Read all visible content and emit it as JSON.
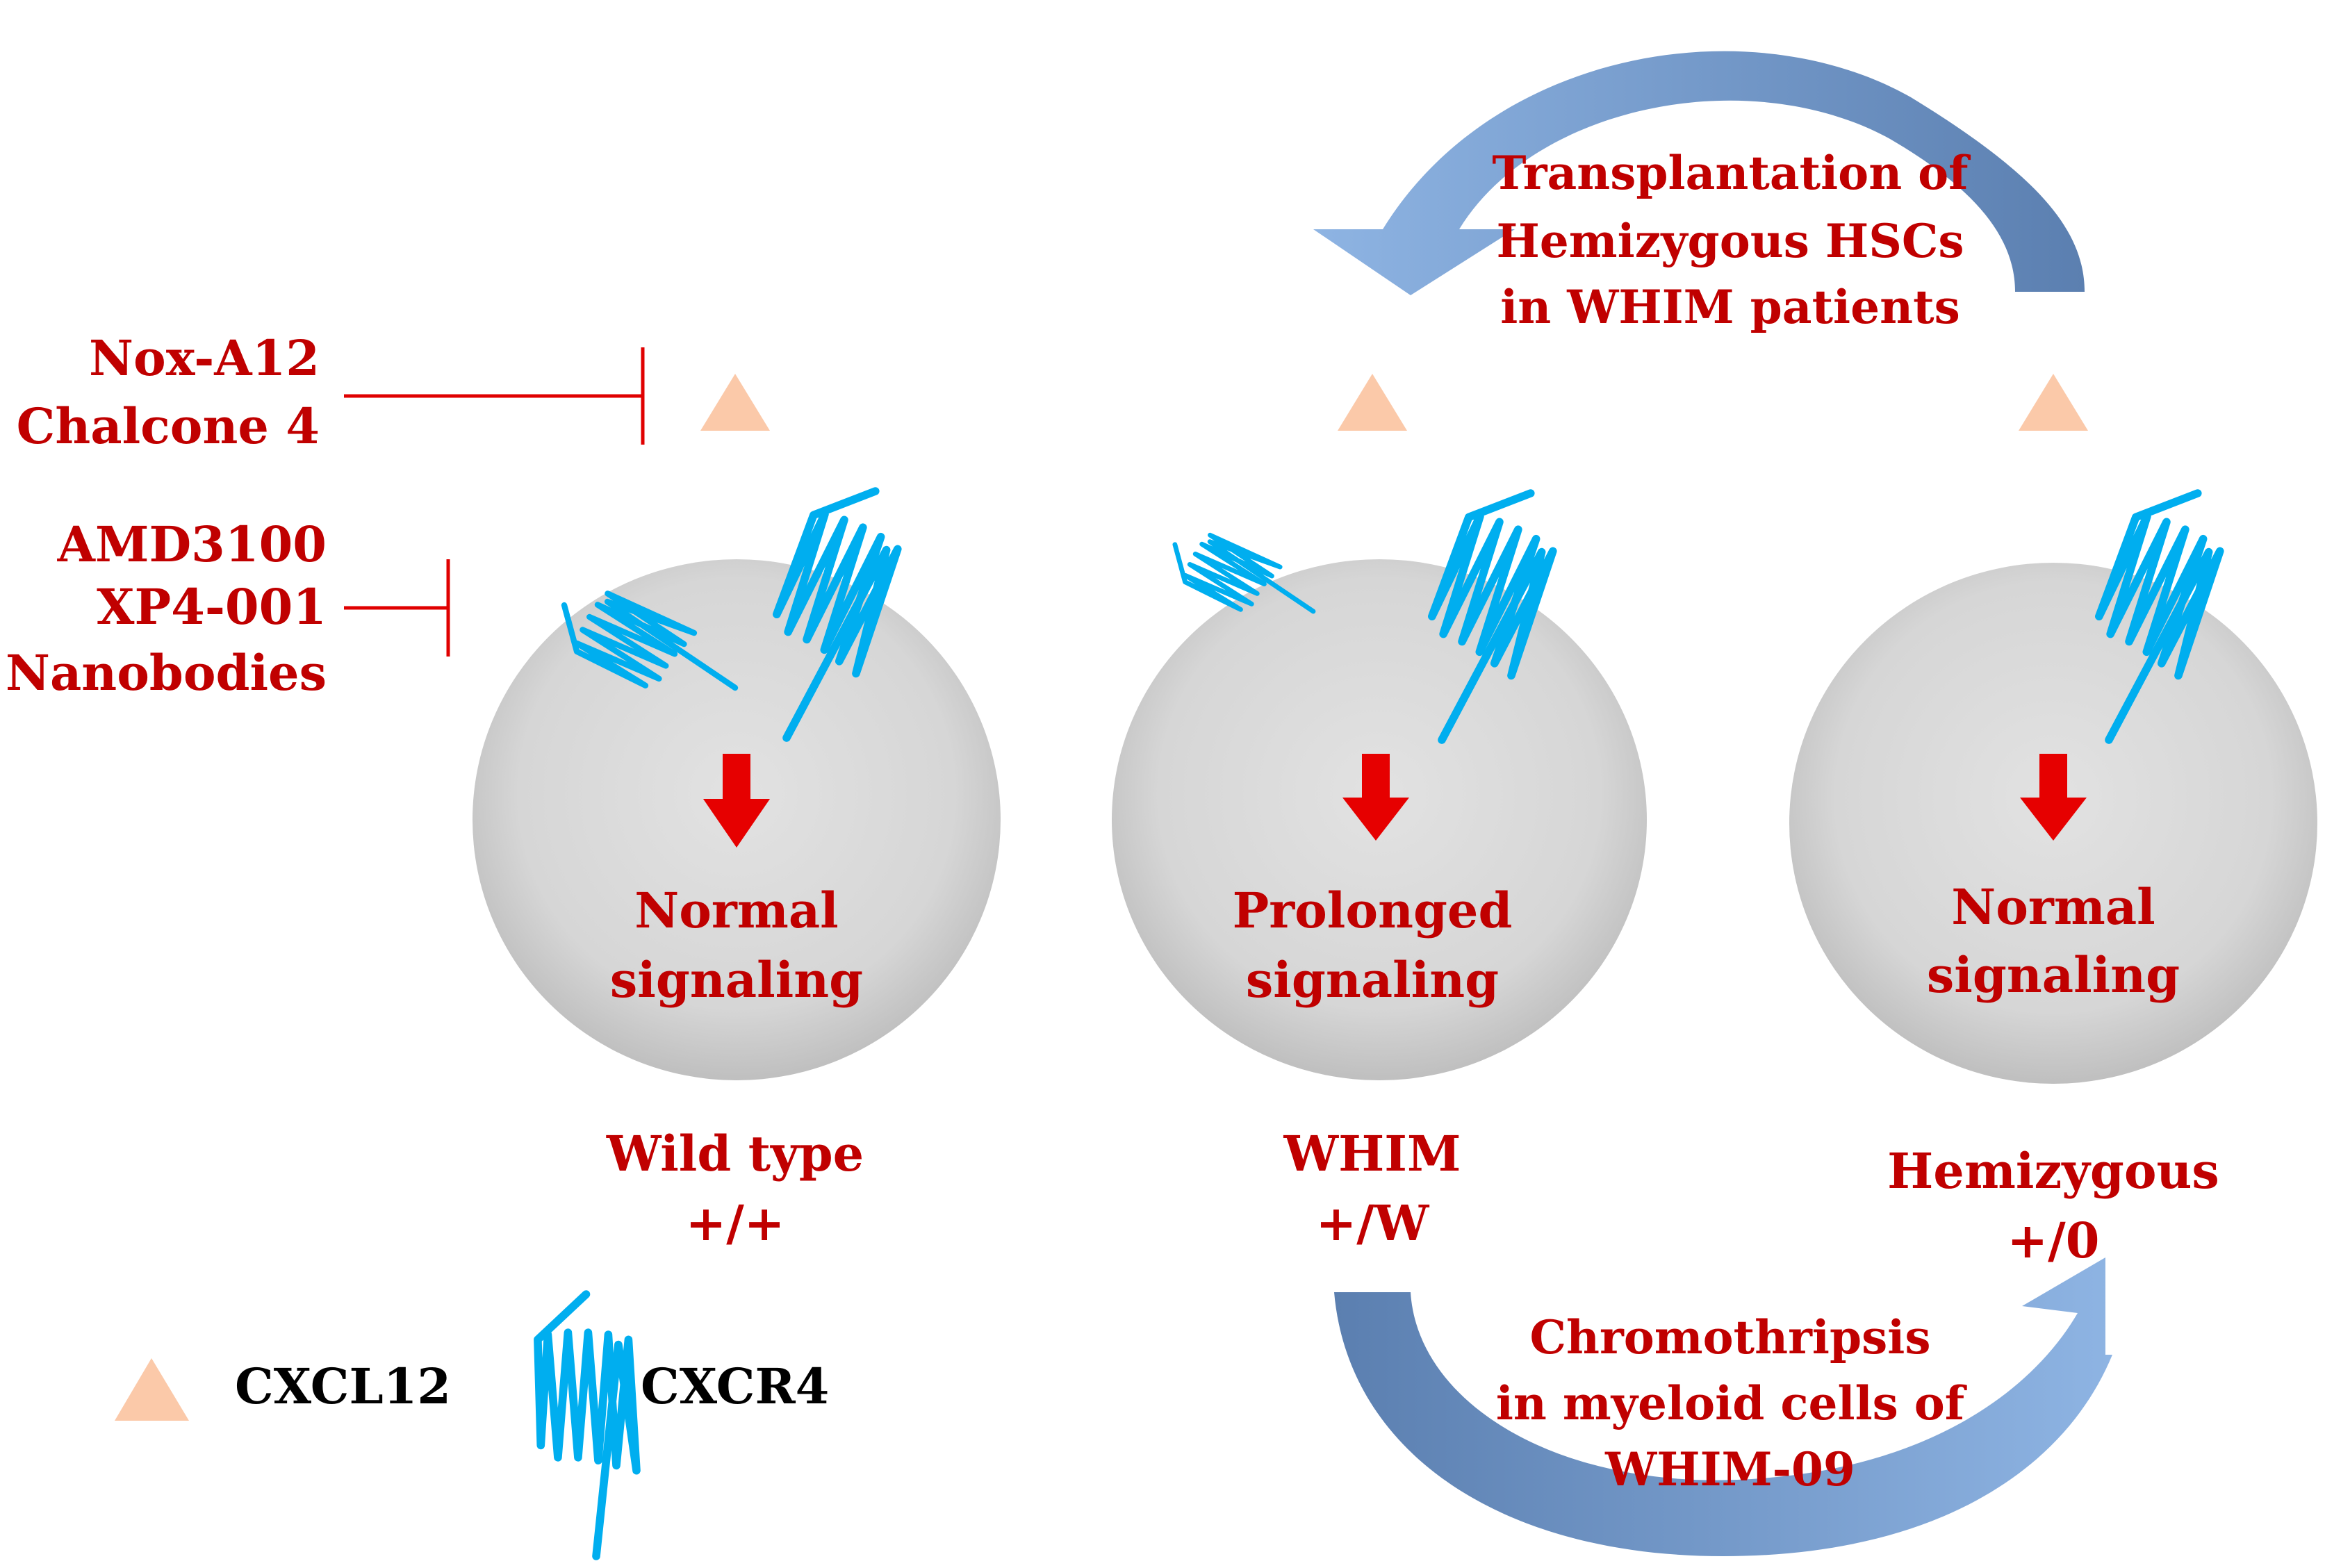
{
  "colors": {
    "label_red": "#c00000",
    "receptor_blue": "#00aeef",
    "ligand_peach": "#fbc9a9",
    "cell_gray": "#d9d9d9",
    "signal_arrow_red": "#e60000",
    "curved_arrow_light": "#8eb4e3",
    "curved_arrow_dark": "#5b7fb0"
  },
  "icons": {
    "ligand": "triangle",
    "receptor": "seven-transmembrane-coil"
  },
  "inhibitors": {
    "ligand_blockers": [
      "Nox-A12",
      "Chalcone 4"
    ],
    "receptor_blockers": [
      "AMD3100",
      "XP4-001",
      "Nanobodies"
    ]
  },
  "cells": [
    {
      "signal": [
        "Normal",
        "signaling"
      ],
      "genotype": [
        "Wild type",
        "+/+"
      ]
    },
    {
      "signal": [
        "Prolonged",
        "signaling"
      ],
      "genotype": [
        "WHIM",
        "+/W"
      ]
    },
    {
      "signal": [
        "Normal",
        "signaling"
      ],
      "genotype": [
        "Hemizygous",
        "+/0"
      ]
    }
  ],
  "transitions": {
    "top": [
      "Transplantation of",
      "Hemizygous HSCs",
      "in WHIM patients"
    ],
    "bottom": [
      "Chromothripsis",
      "in myeloid cells of",
      "WHIM-09"
    ]
  },
  "legend": {
    "ligand_label": "CXCL12",
    "receptor_label": "CXCR4"
  }
}
